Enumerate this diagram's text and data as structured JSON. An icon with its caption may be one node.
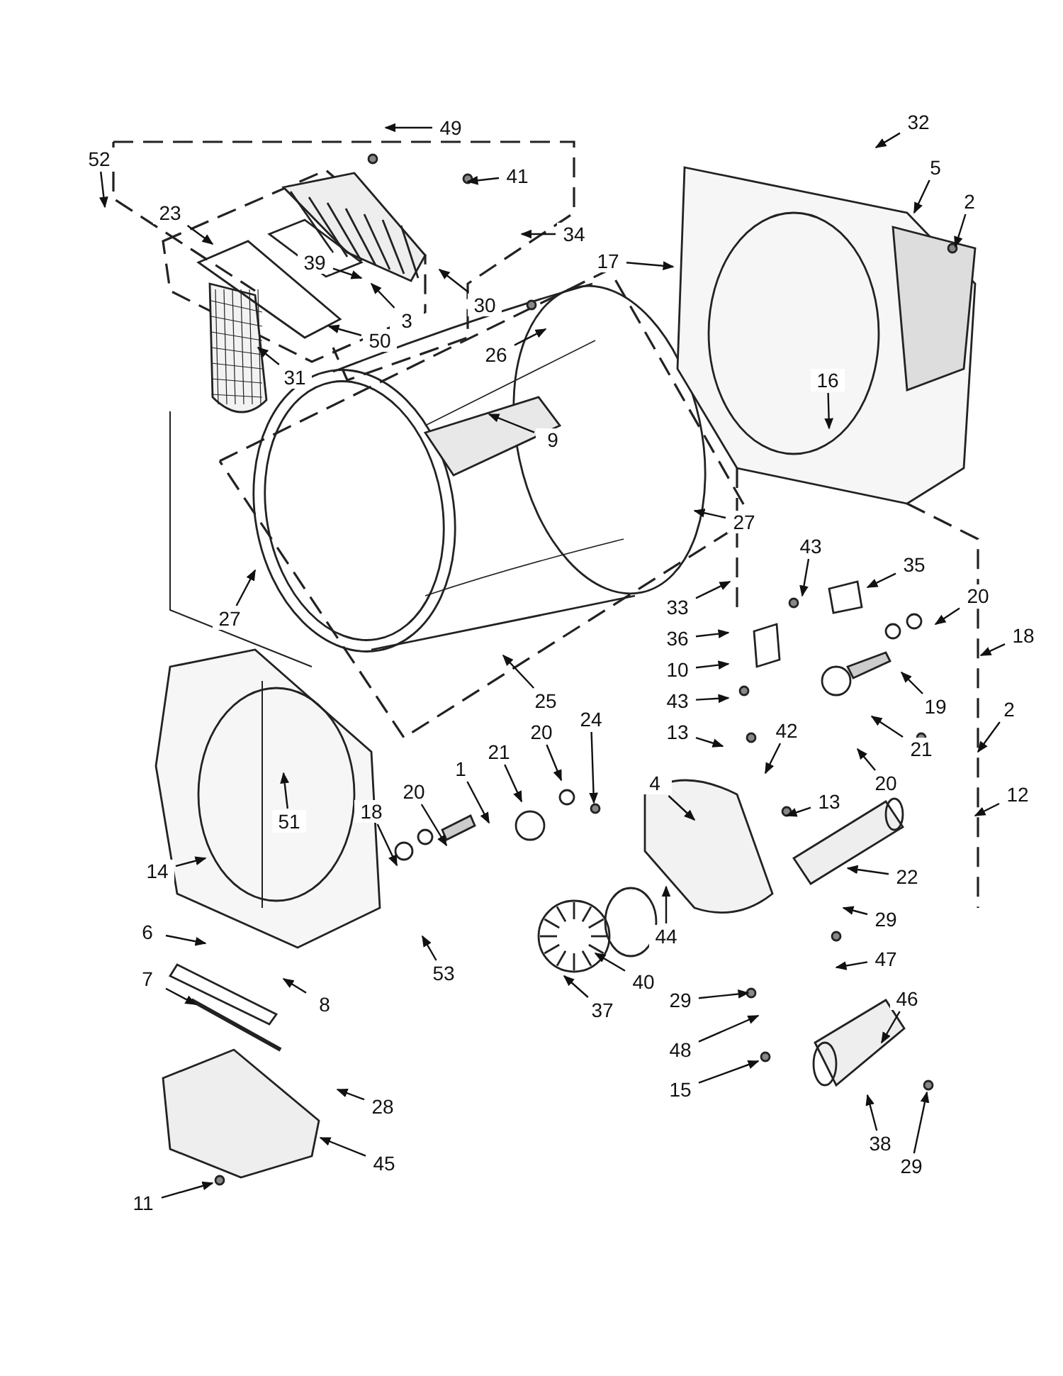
{
  "diagram": {
    "nodes": [
      {
        "text": [
          "52"
        ]
      },
      {
        "text": [
          "23"
        ]
      },
      {
        "text": [
          "49"
        ]
      },
      {
        "text": [
          "41"
        ]
      },
      {
        "text": [
          "34"
        ]
      },
      {
        "text": [
          "30"
        ]
      },
      {
        "text": [
          "39"
        ]
      },
      {
        "text": [
          "3"
        ]
      },
      {
        "text": [
          "50"
        ]
      },
      {
        "text": [
          "26"
        ]
      },
      {
        "text": [
          "31"
        ]
      },
      {
        "text": [
          "9"
        ]
      },
      {
        "text": [
          "32"
        ]
      },
      {
        "text": [
          "5"
        ]
      },
      {
        "text": [
          "2"
        ]
      },
      {
        "text": [
          "17"
        ]
      },
      {
        "text": [
          "16"
        ]
      },
      {
        "text": [
          "27"
        ]
      },
      {
        "text": [
          "27"
        ]
      },
      {
        "text": [
          "25"
        ]
      },
      {
        "text": [
          "33"
        ]
      },
      {
        "text": [
          "43"
        ]
      },
      {
        "text": [
          "35"
        ]
      },
      {
        "text": [
          "36"
        ]
      },
      {
        "text": [
          "10"
        ]
      },
      {
        "text": [
          "20"
        ]
      },
      {
        "text": [
          "18"
        ]
      },
      {
        "text": [
          "19"
        ]
      },
      {
        "text": [
          "21"
        ]
      },
      {
        "text": [
          "20"
        ]
      },
      {
        "text": [
          "43"
        ]
      },
      {
        "text": [
          "2"
        ]
      },
      {
        "text": [
          "12"
        ]
      },
      {
        "text": [
          "13"
        ]
      },
      {
        "text": [
          "42"
        ]
      },
      {
        "text": [
          "13"
        ]
      },
      {
        "text": [
          "4"
        ]
      },
      {
        "text": [
          "24"
        ]
      },
      {
        "text": [
          "21"
        ]
      },
      {
        "text": [
          "20"
        ]
      },
      {
        "text": [
          "1"
        ]
      },
      {
        "text": [
          "20"
        ]
      },
      {
        "text": [
          "18"
        ]
      },
      {
        "text": [
          "51"
        ]
      },
      {
        "text": [
          "14"
        ]
      },
      {
        "text": [
          "22"
        ]
      },
      {
        "text": [
          "44"
        ]
      },
      {
        "text": [
          "40"
        ]
      },
      {
        "text": [
          "37"
        ]
      },
      {
        "text": [
          "53"
        ]
      },
      {
        "text": [
          "6"
        ]
      },
      {
        "text": [
          "7"
        ]
      },
      {
        "text": [
          "8"
        ]
      },
      {
        "text": [
          "29"
        ]
      },
      {
        "text": [
          "47"
        ]
      },
      {
        "text": [
          "46"
        ]
      },
      {
        "text": [
          "29"
        ]
      },
      {
        "text": [
          "48"
        ]
      },
      {
        "text": [
          "15"
        ]
      },
      {
        "text": [
          "38"
        ]
      },
      {
        "text": [
          "29"
        ]
      },
      {
        "text": [
          "28"
        ]
      },
      {
        "text": [
          "45"
        ]
      },
      {
        "text": [
          "11"
        ]
      }
    ],
    "edges": [
      {
        "from": 0,
        "to": null,
        "arrow": "to"
      },
      {
        "from": 1,
        "to": null,
        "arrow": "to"
      },
      {
        "from": 2,
        "to": null,
        "arrow": "to"
      },
      {
        "from": 3,
        "to": null,
        "arrow": "to"
      },
      {
        "from": 4,
        "to": null,
        "arrow": "to"
      },
      {
        "from": 5,
        "to": null,
        "arrow": "to"
      },
      {
        "from": 6,
        "to": null,
        "arrow": "to"
      },
      {
        "from": 7,
        "to": null,
        "arrow": "to"
      },
      {
        "from": 8,
        "to": null,
        "arrow": "to"
      },
      {
        "from": 9,
        "to": null,
        "arrow": "to"
      },
      {
        "from": 10,
        "to": null,
        "arrow": "to"
      },
      {
        "from": 11,
        "to": null,
        "arrow": "to"
      },
      {
        "from": 12,
        "to": null,
        "arrow": "to"
      },
      {
        "from": 13,
        "to": null,
        "arrow": "to"
      },
      {
        "from": 14,
        "to": null,
        "arrow": "to"
      },
      {
        "from": 15,
        "to": null,
        "arrow": "to"
      },
      {
        "from": 16,
        "to": null,
        "arrow": "to"
      },
      {
        "from": 17,
        "to": null,
        "arrow": "to"
      },
      {
        "from": 18,
        "to": null,
        "arrow": "to"
      },
      {
        "from": 19,
        "to": null,
        "arrow": "to"
      },
      {
        "from": 20,
        "to": null,
        "arrow": "to"
      },
      {
        "from": 21,
        "to": null,
        "arrow": "to"
      },
      {
        "from": 22,
        "to": null,
        "arrow": "to"
      },
      {
        "from": 23,
        "to": null,
        "arrow": "to"
      },
      {
        "from": 24,
        "to": null,
        "arrow": "to"
      },
      {
        "from": 25,
        "to": null,
        "arrow": "to"
      },
      {
        "from": 26,
        "to": null,
        "arrow": "to"
      },
      {
        "from": 27,
        "to": null,
        "arrow": "to"
      },
      {
        "from": 28,
        "to": null,
        "arrow": "to"
      },
      {
        "from": 29,
        "to": null,
        "arrow": "to"
      },
      {
        "from": 30,
        "to": null,
        "arrow": "to"
      },
      {
        "from": 31,
        "to": null,
        "arrow": "to"
      },
      {
        "from": 32,
        "to": null,
        "arrow": "to"
      },
      {
        "from": 33,
        "to": null,
        "arrow": "to"
      },
      {
        "from": 34,
        "to": null,
        "arrow": "to"
      },
      {
        "from": 35,
        "to": null,
        "arrow": "to"
      },
      {
        "from": 36,
        "to": null,
        "arrow": "to"
      },
      {
        "from": 37,
        "to": null,
        "arrow": "to"
      },
      {
        "from": 38,
        "to": null,
        "arrow": "to"
      },
      {
        "from": 39,
        "to": null,
        "arrow": "to"
      },
      {
        "from": 40,
        "to": null,
        "arrow": "to"
      },
      {
        "from": 41,
        "to": null,
        "arrow": "to"
      },
      {
        "from": 42,
        "to": null,
        "arrow": "to"
      },
      {
        "from": 43,
        "to": null,
        "arrow": "to"
      },
      {
        "from": 44,
        "to": null,
        "arrow": "to"
      },
      {
        "from": 45,
        "to": null,
        "arrow": "to"
      },
      {
        "from": 46,
        "to": null,
        "arrow": "to"
      },
      {
        "from": 47,
        "to": null,
        "arrow": "to"
      },
      {
        "from": 48,
        "to": null,
        "arrow": "to"
      },
      {
        "from": 49,
        "to": null,
        "arrow": "to"
      },
      {
        "from": 50,
        "to": null,
        "arrow": "to"
      },
      {
        "from": 51,
        "to": null,
        "arrow": "to"
      },
      {
        "from": 52,
        "to": null,
        "arrow": "to"
      },
      {
        "from": 53,
        "to": null,
        "arrow": "to"
      },
      {
        "from": 54,
        "to": null,
        "arrow": "to"
      },
      {
        "from": 55,
        "to": null,
        "arrow": "to"
      },
      {
        "from": 56,
        "to": null,
        "arrow": "to"
      },
      {
        "from": 57,
        "to": null,
        "arrow": "to"
      },
      {
        "from": 58,
        "to": null,
        "arrow": "to"
      },
      {
        "from": 59,
        "to": null,
        "arrow": "to"
      },
      {
        "from": 60,
        "to": null,
        "arrow": "to"
      },
      {
        "from": 61,
        "to": null,
        "arrow": "to"
      },
      {
        "from": 62,
        "to": null,
        "arrow": "to"
      },
      {
        "from": 63,
        "to": null,
        "arrow": "to"
      }
    ]
  }
}
